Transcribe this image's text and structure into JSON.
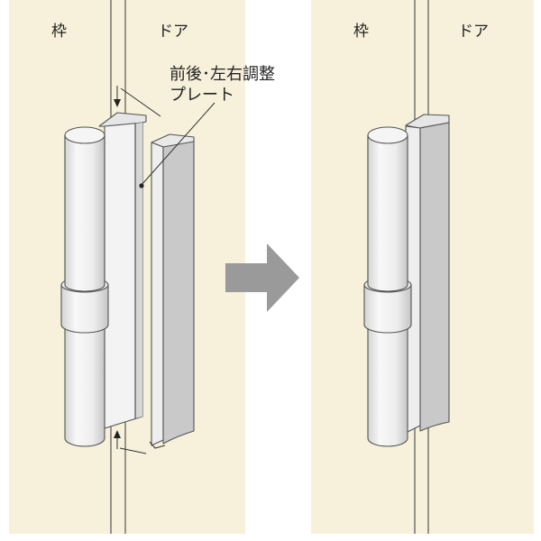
{
  "left_panel": {
    "frame_label": "枠",
    "door_label": "ドア",
    "callout": {
      "line1": "前後･左右調整",
      "line2": "プレート"
    }
  },
  "right_panel": {
    "frame_label": "枠",
    "door_label": "ドア"
  },
  "colors": {
    "page_background": "#ffffff",
    "panel_background": "#f7f0da",
    "plate_gray": "#c9c9c9",
    "plate_side": "#eeeeee",
    "arrow_gray": "#9a9a9a"
  }
}
